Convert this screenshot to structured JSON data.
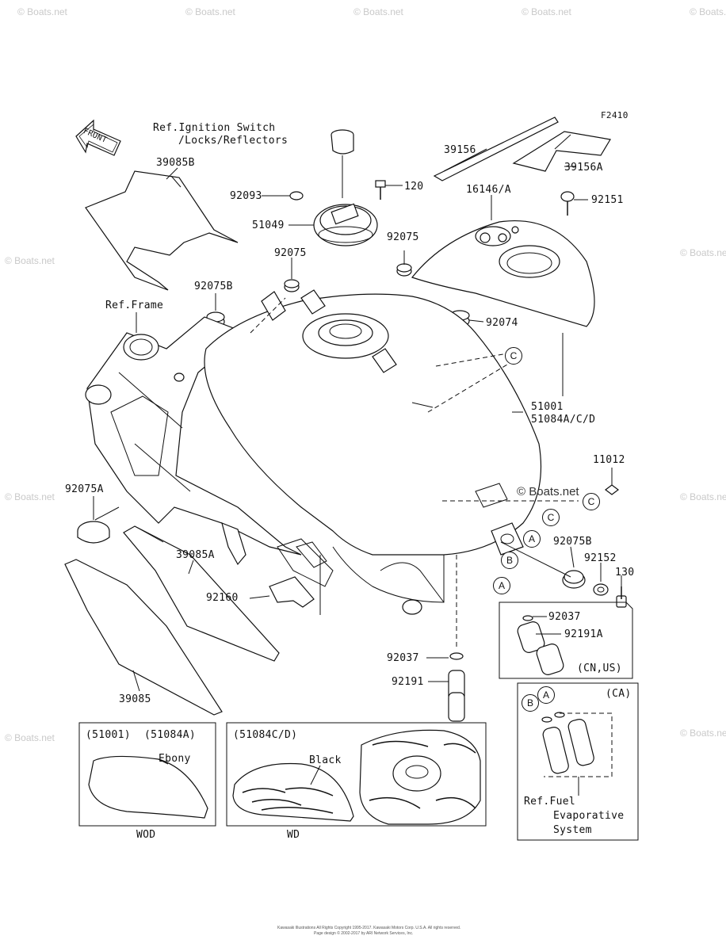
{
  "diagram": {
    "figure_code": "F2410",
    "front_arrow_text": "FRONT",
    "ref_ignition_line1": "Ref.Ignition Switch",
    "ref_ignition_line2": "/Locks/Reflectors",
    "ref_frame": "Ref.Frame",
    "ref_fuel_line1": "Ref.Fuel",
    "ref_fuel_line2": "Evaporative",
    "ref_fuel_line3": "System",
    "labels": {
      "p39156": "39156",
      "p39156a": "39156A",
      "p39085b": "39085B",
      "p92093": "92093",
      "p120": "120",
      "p16146": "16146/A",
      "p92151": "92151",
      "p51049": "51049",
      "p92075_right": "92075",
      "p92075_left": "92075",
      "p92075b_top": "92075B",
      "p92074": "92074",
      "p51001": "51001",
      "p51084": "51084A/C/D",
      "p11012": "11012",
      "p92075a": "92075A",
      "p39085a": "39085A",
      "p92075b_bottom": "92075B",
      "p92152": "92152",
      "p130": "130",
      "p92037_right": "92037",
      "p92191a": "92191A",
      "cn_us": "(CN,US)",
      "p92160": "92160",
      "p92037_bottom": "92037",
      "p92191": "92191",
      "p39085": "39085",
      "ca": "(CA)"
    },
    "callouts": {
      "c1": "C",
      "c2": "C",
      "c3": "C",
      "a1": "A",
      "b1": "B",
      "a2": "A",
      "a3": "A",
      "b2": "B"
    },
    "inset_wod": {
      "header_left": "(51001)",
      "header_right": "(51084A)",
      "color": "Ebony",
      "footer": "WOD"
    },
    "inset_wd": {
      "header": "(51084C/D)",
      "color": "Black",
      "footer": "WD"
    },
    "watermark": "© Boats.net",
    "footer_line1": "Kawasaki Illustrations All Rights Copyright 1995-2017. Kawasaki Motors Corp. U.S.A. All rights reserved.",
    "footer_line2": "Page design © 2002-2017 by ARI Network Services, Inc."
  }
}
